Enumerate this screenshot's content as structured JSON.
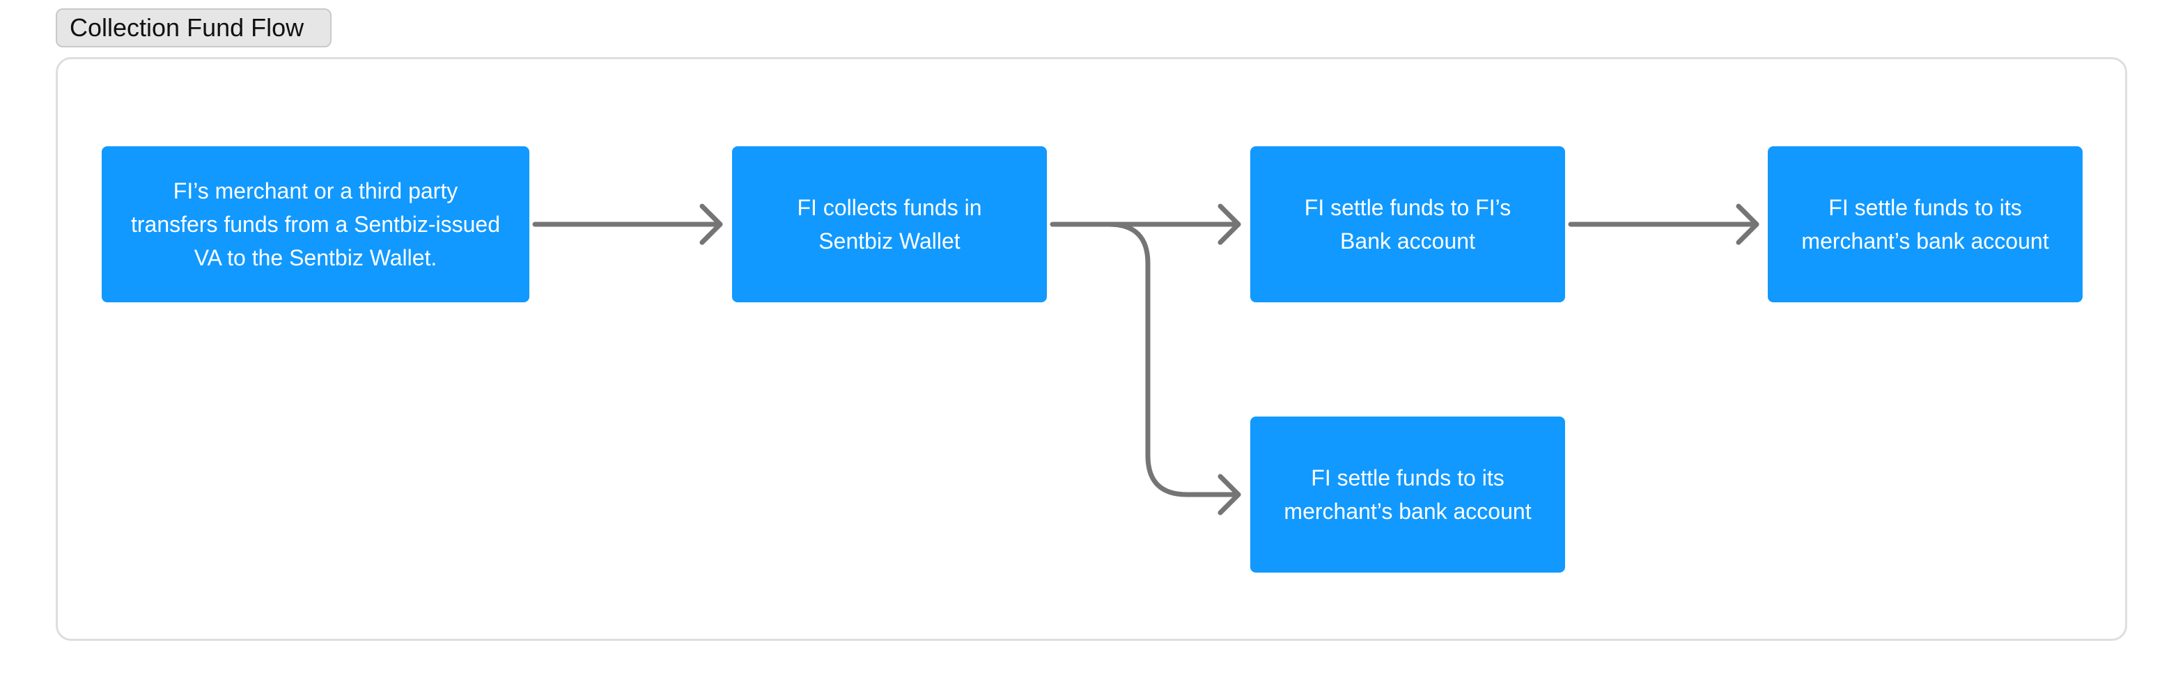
{
  "diagram": {
    "title": "Collection Fund Flow",
    "colors": {
      "node_fill": "#1199ff",
      "node_text": "#ffffff",
      "connector": "#757575",
      "frame_border": "#dedede",
      "title_fill": "#e6e6e6"
    },
    "nodes": [
      {
        "id": "merchant-transfer",
        "label": "FI’s merchant or a third party transfers funds from a Sentbiz-issued VA to the Sentbiz Wallet."
      },
      {
        "id": "collect-wallet",
        "label": "FI collects funds in Sentbiz Wallet"
      },
      {
        "id": "settle-fi-bank",
        "label": "FI settle funds to FI’s Bank account"
      },
      {
        "id": "settle-merchant-bank-top",
        "label": "FI settle funds to its merchant’s bank account"
      },
      {
        "id": "settle-merchant-bank-bottom",
        "label": "FI settle funds to its merchant’s bank account"
      }
    ],
    "edges": [
      {
        "from": "merchant-transfer",
        "to": "collect-wallet"
      },
      {
        "from": "collect-wallet",
        "to": "settle-fi-bank"
      },
      {
        "from": "collect-wallet",
        "to": "settle-merchant-bank-bottom"
      },
      {
        "from": "settle-fi-bank",
        "to": "settle-merchant-bank-top"
      }
    ]
  }
}
